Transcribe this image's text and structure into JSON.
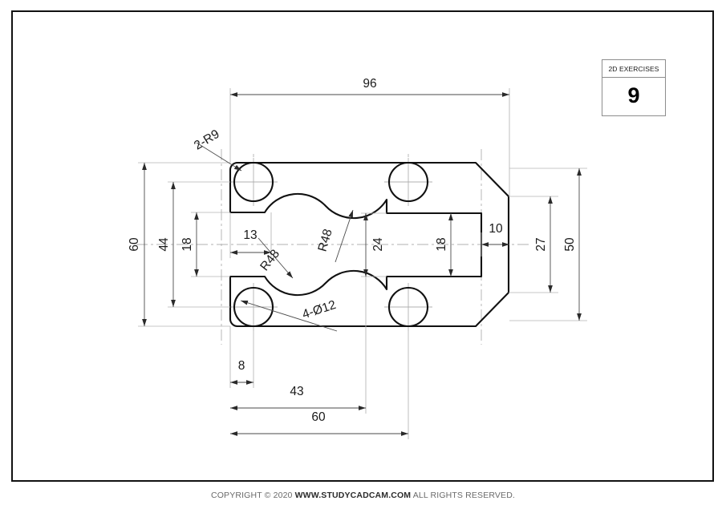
{
  "sheet": {
    "title_block": {
      "header_label": "2D EXERCISES",
      "number": "9"
    },
    "footer": {
      "prefix": "COPYRIGHT © 2020 ",
      "url": "WWW.STUDYCADCAM.COM",
      "suffix": " ALL RIGHTS RESERVED."
    }
  },
  "drawing": {
    "dimensions": {
      "overall_width_top": "96",
      "overall_height_left": "60",
      "height_44": "44",
      "height_18_left": "18",
      "slot_width_13": "13",
      "slot_height_24": "24",
      "slot_height_18": "18",
      "end_gap_10": "10",
      "height_27_right": "27",
      "overall_height_50": "50",
      "offset_8": "8",
      "offset_43": "43",
      "offset_60": "60"
    },
    "callouts": {
      "corner_radius": "2-R9",
      "slot_radius_upper": "R48",
      "slot_radius_lower": "R48",
      "holes": "4-Ø12"
    }
  }
}
